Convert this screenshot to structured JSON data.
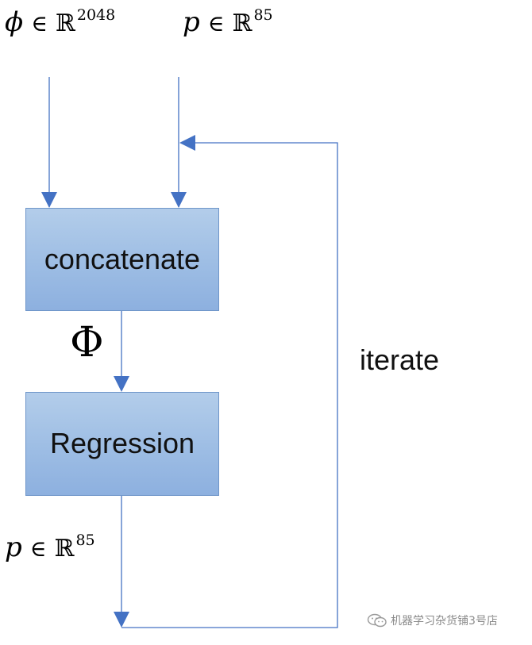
{
  "inputs": {
    "feature": {
      "symbol": "ϕ",
      "relation": "∈",
      "set": "ℝ",
      "dim": "2048"
    },
    "pose": {
      "symbol": "p",
      "relation": "∈",
      "set": "ℝ",
      "dim": "85"
    }
  },
  "nodes": {
    "concat": {
      "label": "concatenate"
    },
    "regress": {
      "label": "Regression"
    }
  },
  "edge_labels": {
    "concat_to_regress": "Φ",
    "loop": "iterate"
  },
  "output": {
    "symbol": "p",
    "relation": "∈",
    "set": "ℝ",
    "dim": "85"
  },
  "watermark": {
    "text": "机器学习杂货铺3号店",
    "icon": "wechat-icon"
  },
  "colors": {
    "line": "#4472c4",
    "box_border": "#6f96c9",
    "box_top": "#b3cdea",
    "box_bottom": "#8db0df"
  }
}
